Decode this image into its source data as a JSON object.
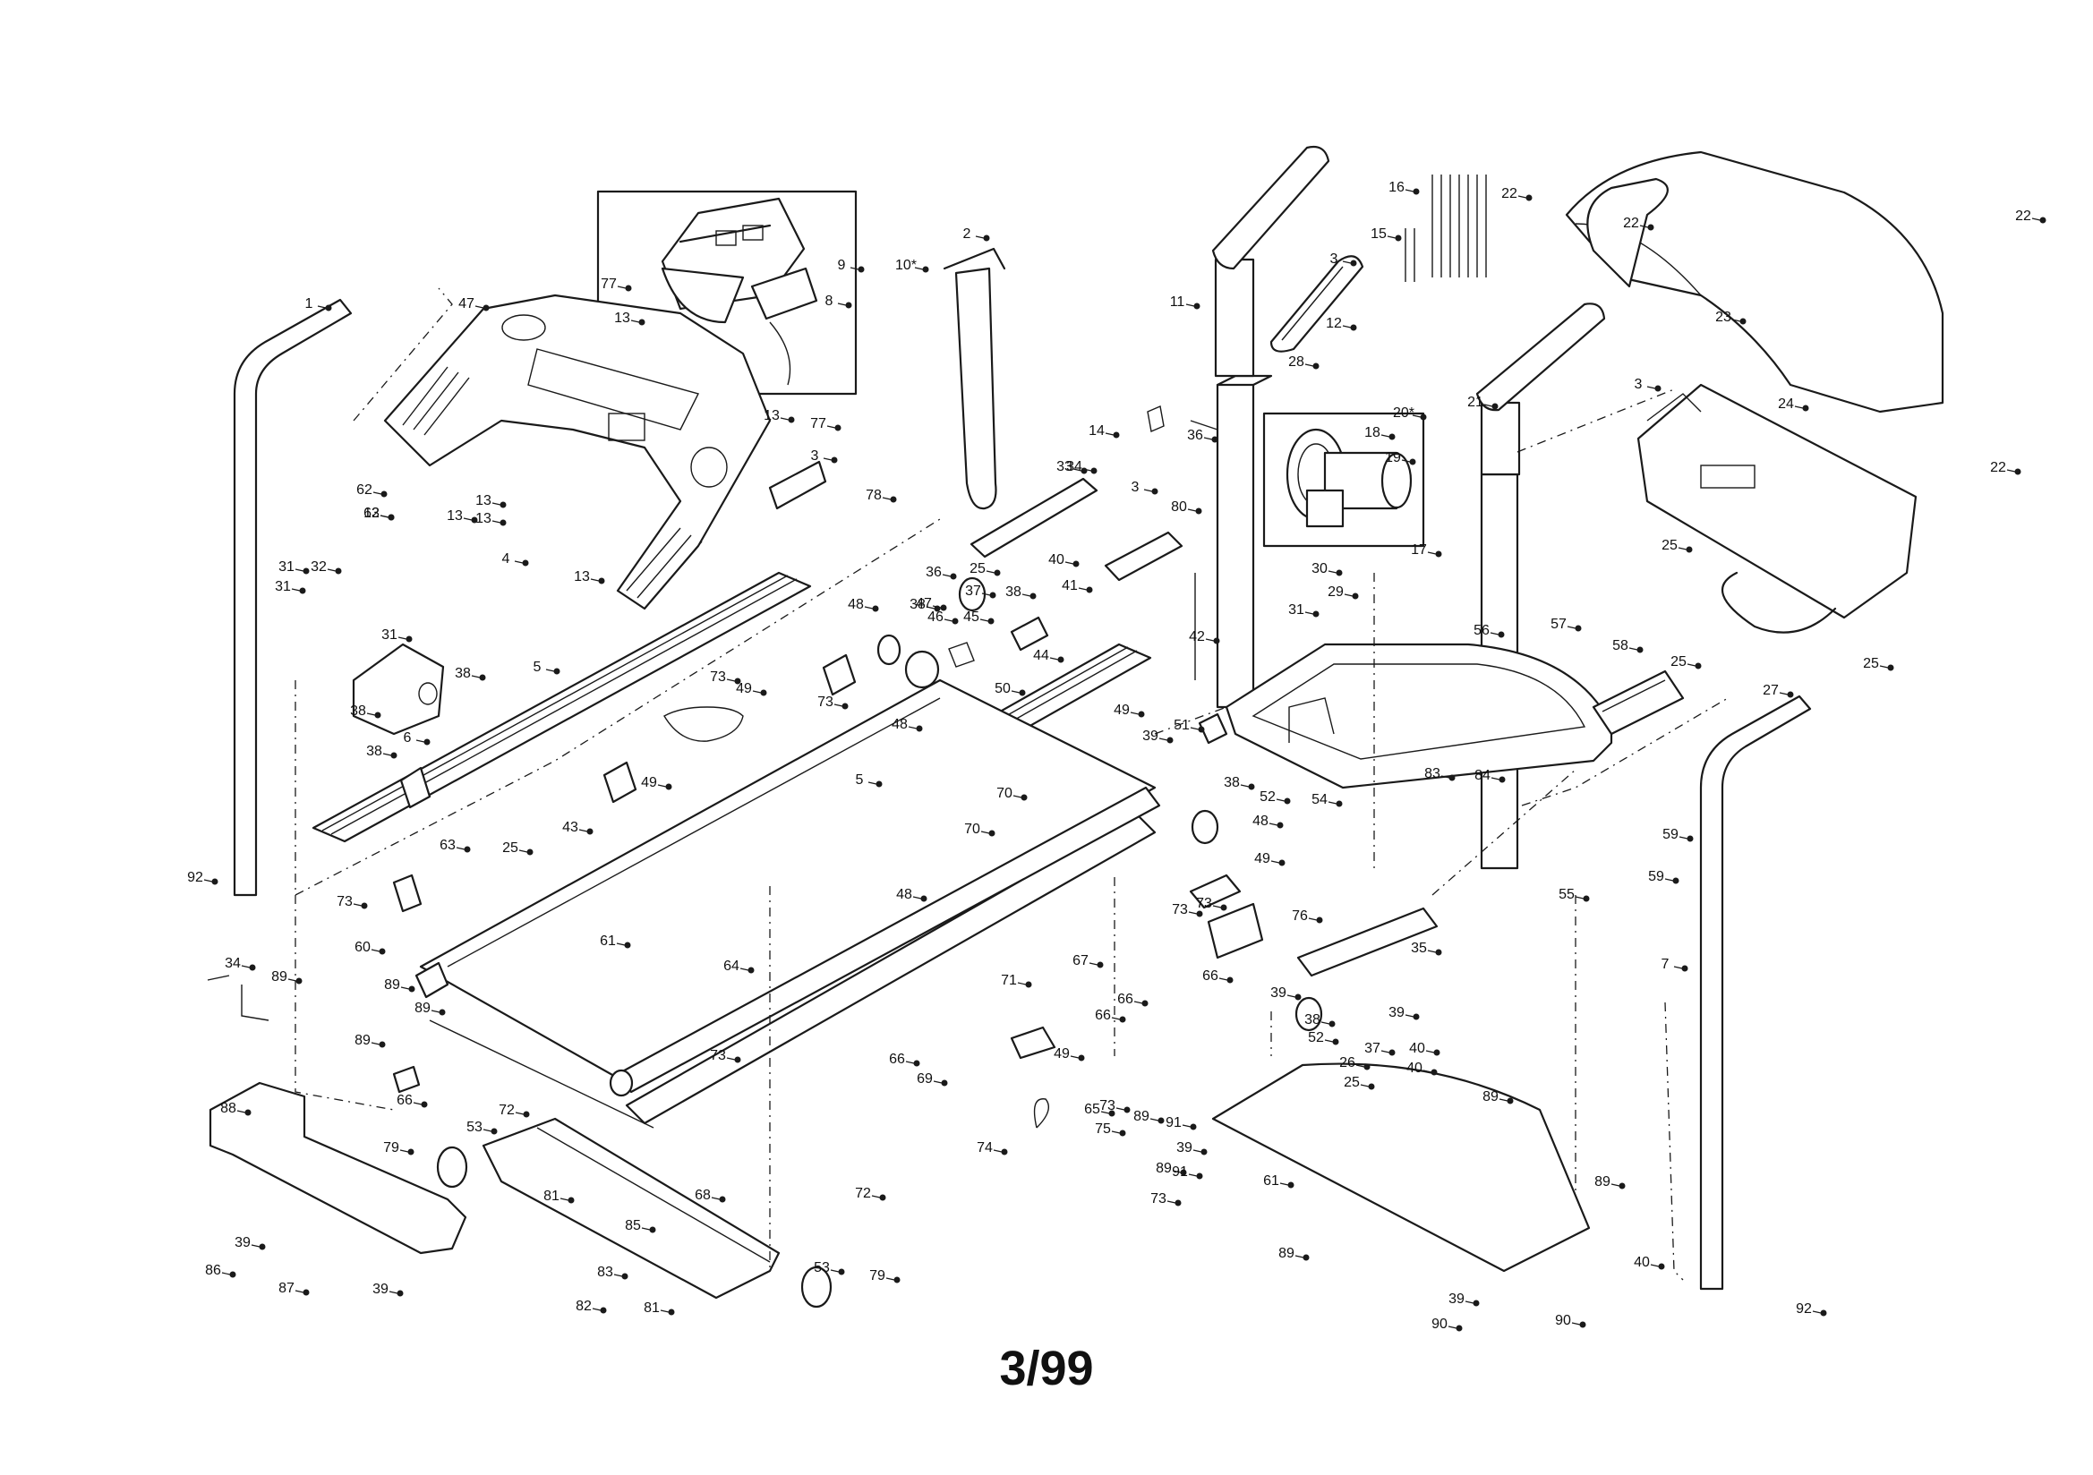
{
  "footer": {
    "date_code": "3/99"
  },
  "callouts": [
    "1",
    "2",
    "3",
    "3",
    "3",
    "3",
    "4",
    "5",
    "5",
    "6",
    "7",
    "8",
    "9",
    "10*",
    "11",
    "12",
    "13",
    "13",
    "13",
    "13",
    "13",
    "13",
    "13",
    "14",
    "15",
    "16",
    "17",
    "18",
    "19",
    "20*",
    "21",
    "22",
    "22",
    "22",
    "22",
    "23",
    "24",
    "25",
    "25",
    "25",
    "25",
    "25",
    "25",
    "26",
    "27",
    "28",
    "29",
    "30",
    "31",
    "31",
    "31",
    "31",
    "32",
    "33",
    "34",
    "34",
    "35",
    "36",
    "36",
    "37",
    "37",
    "38",
    "38",
    "38",
    "38",
    "38",
    "38",
    "38",
    "39",
    "39",
    "39",
    "39",
    "39",
    "39",
    "39",
    "40",
    "40",
    "40",
    "40",
    "41",
    "42",
    "43",
    "44",
    "45",
    "46",
    "47",
    "47",
    "48",
    "48",
    "48",
    "48",
    "49",
    "49",
    "49",
    "49",
    "49",
    "50",
    "51",
    "52",
    "52",
    "53",
    "53",
    "54",
    "55",
    "56",
    "57",
    "58",
    "59",
    "59",
    "60",
    "61",
    "61",
    "62",
    "62",
    "63",
    "64",
    "65",
    "66",
    "66",
    "66",
    "66",
    "66",
    "67",
    "68",
    "69",
    "70",
    "70",
    "71",
    "72",
    "72",
    "73",
    "73",
    "73",
    "73",
    "73",
    "73",
    "73",
    "73",
    "74",
    "75",
    "76",
    "77",
    "77",
    "78",
    "79",
    "79",
    "80",
    "81",
    "81",
    "82",
    "83",
    "83",
    "84",
    "85",
    "86",
    "87",
    "88",
    "89",
    "89",
    "89",
    "89",
    "89",
    "89",
    "89",
    "89",
    "89",
    "90",
    "90",
    "91",
    "91",
    "92",
    "92"
  ]
}
